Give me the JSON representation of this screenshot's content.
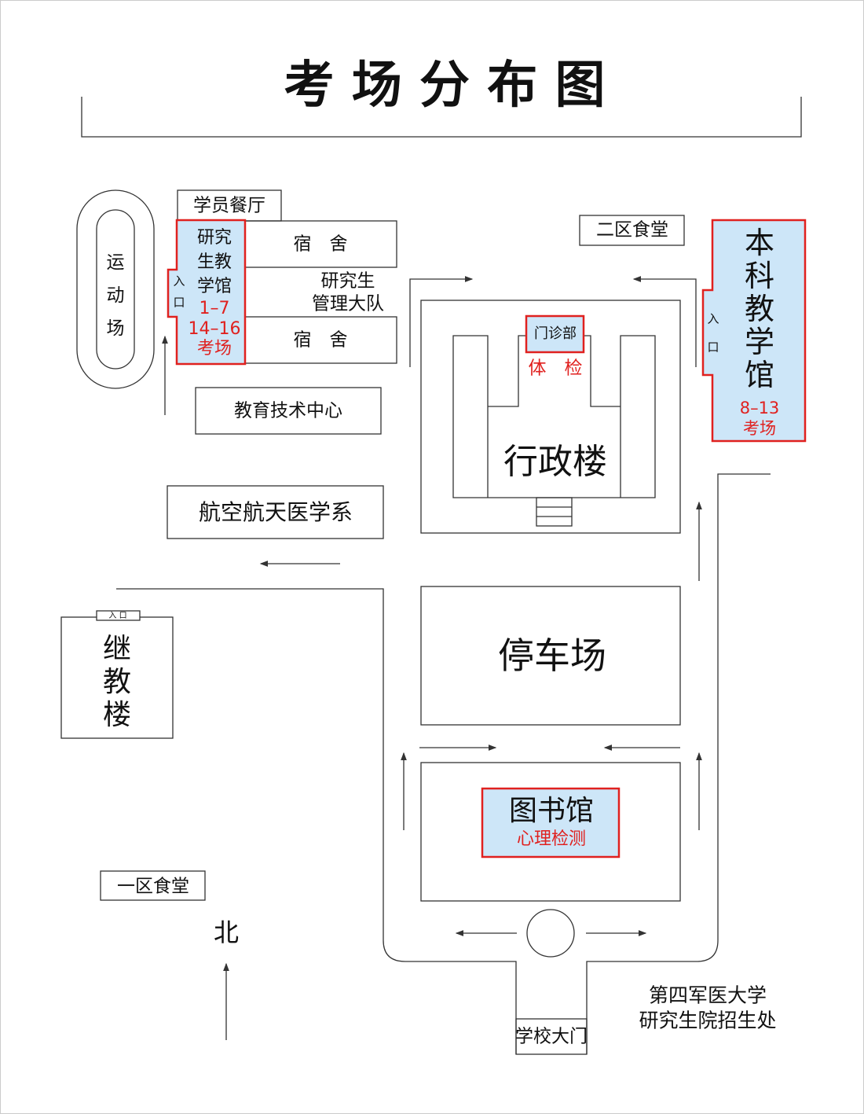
{
  "title": "考 场 分 布 图",
  "colors": {
    "exam_fill": "#cde6f8",
    "exam_border": "#e0211f",
    "line": "#333333"
  },
  "buildings": {
    "track": "运动场",
    "student_canteen": "学员餐厅",
    "grad_teaching": {
      "name_lines": [
        "研究",
        "生教",
        "学馆"
      ],
      "rooms": [
        "1–7",
        "14–16"
      ],
      "suffix": "考场",
      "entrance": [
        "入",
        "口"
      ]
    },
    "dorm_top": "宿　舍",
    "dorm_bottom": "宿　舍",
    "grad_brigade": [
      "研究生",
      "管理大队"
    ],
    "edu_tech": "教育技术中心",
    "aerospace": "航空航天医学系",
    "continuing_edu": {
      "name": [
        "继",
        "教",
        "楼"
      ],
      "entrance": "入 口"
    },
    "canteen_2": "二区食堂",
    "undergrad_teaching": {
      "name": [
        "本",
        "科",
        "教",
        "学",
        "馆"
      ],
      "rooms": "8–13",
      "suffix": "考场",
      "entrance": [
        "入",
        "口"
      ]
    },
    "clinic": "门诊部",
    "physical_exam": "体　检",
    "admin": "行政楼",
    "parking": "停车场",
    "library": "图书馆",
    "psych_test": "心理检测",
    "canteen_1": "一区食堂",
    "gate": "学校大门"
  },
  "compass": "北",
  "footer": [
    "第四军医大学",
    "研究生院招生处"
  ]
}
